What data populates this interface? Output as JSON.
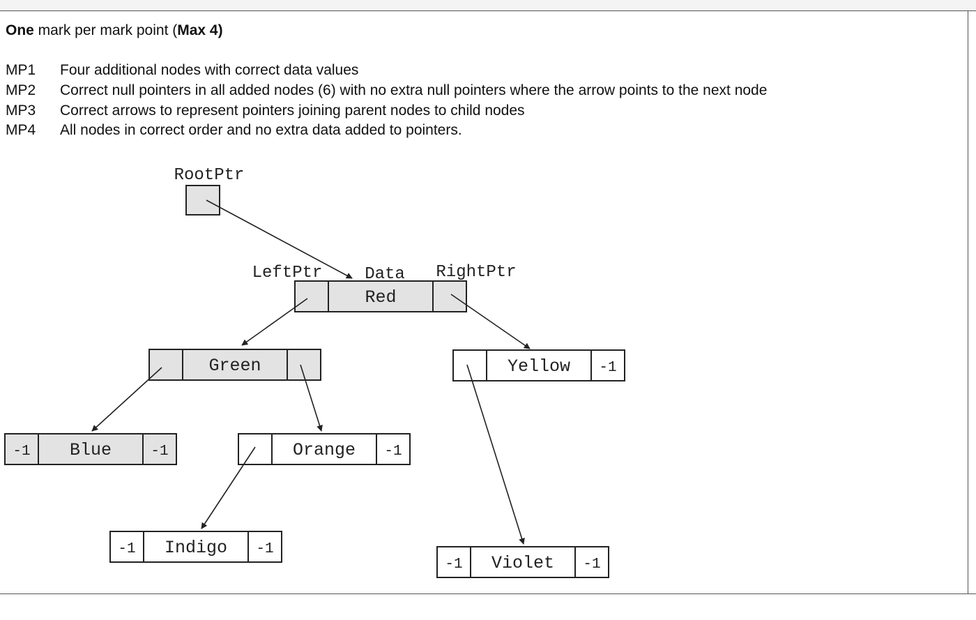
{
  "heading": {
    "bold_lead": "One",
    "middle": " mark per mark point (",
    "bold_max": "Max 4)"
  },
  "mark_points": [
    {
      "code": "MP1",
      "text": "Four additional nodes with correct data values"
    },
    {
      "code": "MP2",
      "text": "Correct null pointers in all added nodes (6) with no extra null pointers where the arrow points to the next node"
    },
    {
      "code": "MP3",
      "text": "Correct arrows to represent pointers joining parent nodes to child nodes"
    },
    {
      "code": "MP4",
      "text": "All nodes in correct order and no extra data added to pointers."
    }
  ],
  "diagram": {
    "root_label": "RootPtr",
    "field_labels": {
      "left": "LeftPtr",
      "data": "Data",
      "right": "RightPtr"
    },
    "colors": {
      "given_fill": "#e3e3e3",
      "added_fill": "#ffffff",
      "line": "#222222"
    },
    "nodes": [
      {
        "key": "red",
        "left": "",
        "data": "Red",
        "right": "",
        "given": true
      },
      {
        "key": "green",
        "left": "",
        "data": "Green",
        "right": "",
        "given": true
      },
      {
        "key": "yellow",
        "left": "",
        "data": "Yellow",
        "right": "-1",
        "given": false
      },
      {
        "key": "blue",
        "left": "-1",
        "data": "Blue",
        "right": "-1",
        "given": true
      },
      {
        "key": "orange",
        "left": "",
        "data": "Orange",
        "right": "-1",
        "given": false
      },
      {
        "key": "indigo",
        "left": "-1",
        "data": "Indigo",
        "right": "-1",
        "given": false
      },
      {
        "key": "violet",
        "left": "-1",
        "data": "Violet",
        "right": "-1",
        "given": false
      }
    ]
  }
}
